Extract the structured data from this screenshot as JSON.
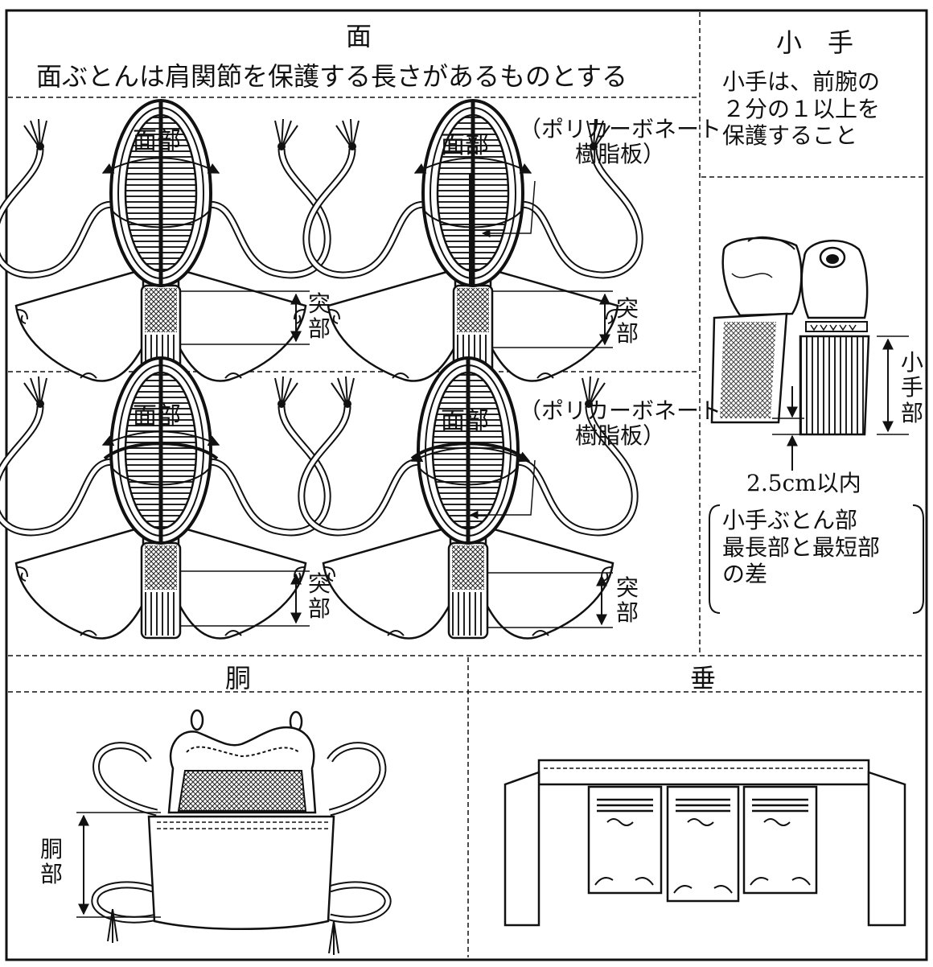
{
  "men": {
    "title": "面",
    "rule": "面ぶとんは肩関節を保護する長さがあるものとする",
    "face_label": "面部",
    "throat_label": "突\n部",
    "plate_label": "（ポリカーボネート\n樹脂板）"
  },
  "kote": {
    "title": "小　手",
    "rule": "小手は、前腕の\n２分の１以上を\n保護すること",
    "part_label": "小\n手\n部",
    "tolerance": "2.5cm以内",
    "note": "小手ぶとん部\n最長部と最短部\nの差"
  },
  "do": {
    "title": "胴",
    "part_label": "胴\n部"
  },
  "tare": {
    "title": "垂"
  }
}
